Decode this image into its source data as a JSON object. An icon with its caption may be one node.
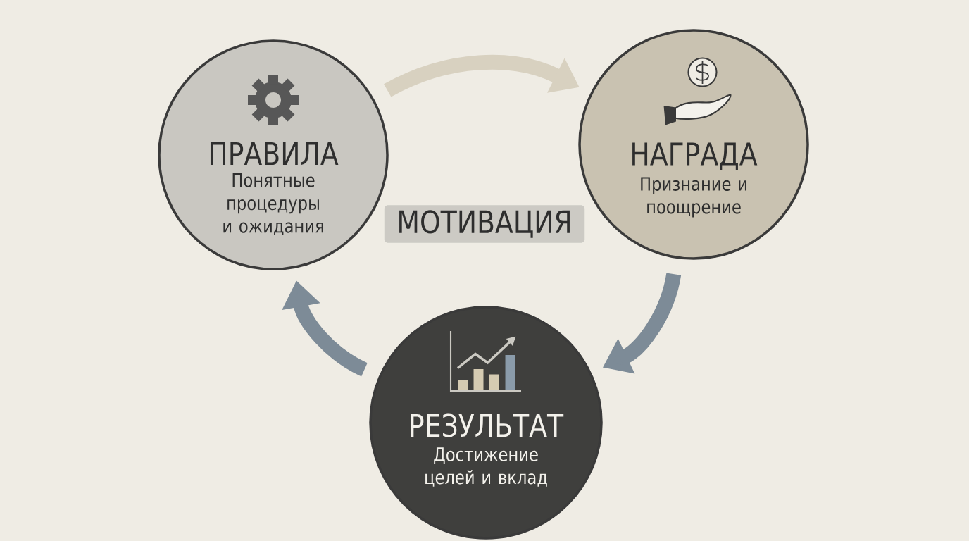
{
  "diagram": {
    "nodes": [
      {
        "text": [
          "ПРАВИЛА",
          "Понятные процедуры и ожидания"
        ]
      },
      {
        "text": [
          "НАГРАДА",
          "Признание и поощрение"
        ]
      },
      {
        "text": [
          "РЕЗУЛЬТАТ",
          "Достижение целей и вклад"
        ]
      }
    ],
    "edges": [
      {
        "from": 0,
        "to": 1,
        "arrow": "to",
        "color": "#d8d1c0"
      },
      {
        "from": 1,
        "to": 2,
        "arrow": "to"
      },
      {
        "from": 2,
        "to": 0,
        "arrow": "to"
      }
    ],
    "labels": [
      "МОТИВАЦИЯ"
    ]
  }
}
